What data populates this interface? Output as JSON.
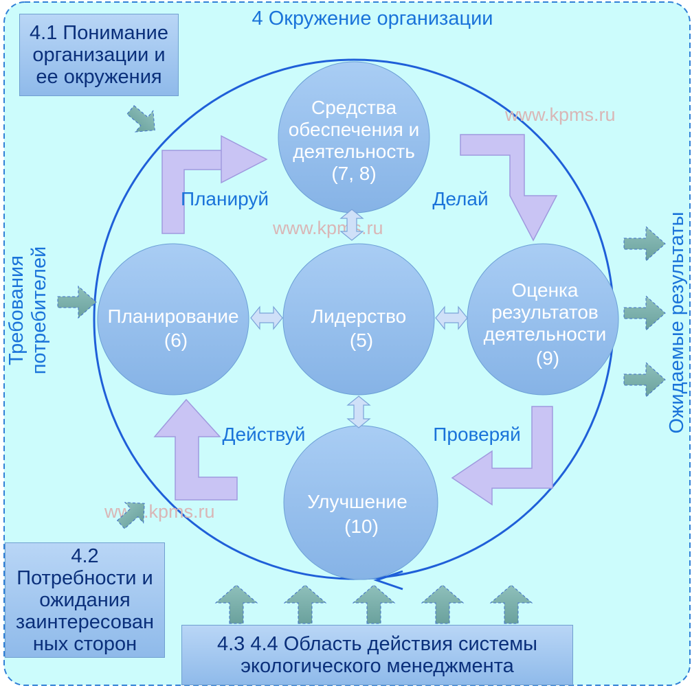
{
  "environment": {
    "title": "4 Окружение организации"
  },
  "inputs": {
    "left_label_line1": "Требования",
    "left_label_line2": "потребителей",
    "right_label": "Ожидаемые результаты"
  },
  "boxes": {
    "understanding": [
      "4.1 Понимание",
      "организации и",
      "ее окружения"
    ],
    "needs": [
      "4.2",
      "Потребности и",
      "ожидания",
      "заинтересован",
      "ных сторон"
    ],
    "scope": [
      "4.3 4.4  Область действия системы",
      "экологического менеджмента"
    ]
  },
  "circles": {
    "support": [
      "Средства",
      "обеспечения и",
      "деятельность",
      "(7, 8)"
    ],
    "planning": [
      "Планирование",
      "(6)"
    ],
    "leadership": [
      "Лидерство",
      "(5)"
    ],
    "evaluation": [
      "Оценка",
      "результатов",
      "деятельности",
      "(9)"
    ],
    "improvement": [
      "Улучшение",
      "(10)"
    ]
  },
  "pdca": {
    "plan": "Планируй",
    "do": "Делай",
    "check": "Проверяй",
    "act": "Действуй"
  },
  "watermark": "www.kpms.ru",
  "colors": {
    "background": "#ccfcfc",
    "border": "#2f7fd6",
    "circle_fill": "#8fbaea",
    "pdca_arrow": "#c9c4f4",
    "input_arrow": "#7fb4b0",
    "label_blue": "#1a73d9",
    "text_dark": "#0a2f7a"
  }
}
